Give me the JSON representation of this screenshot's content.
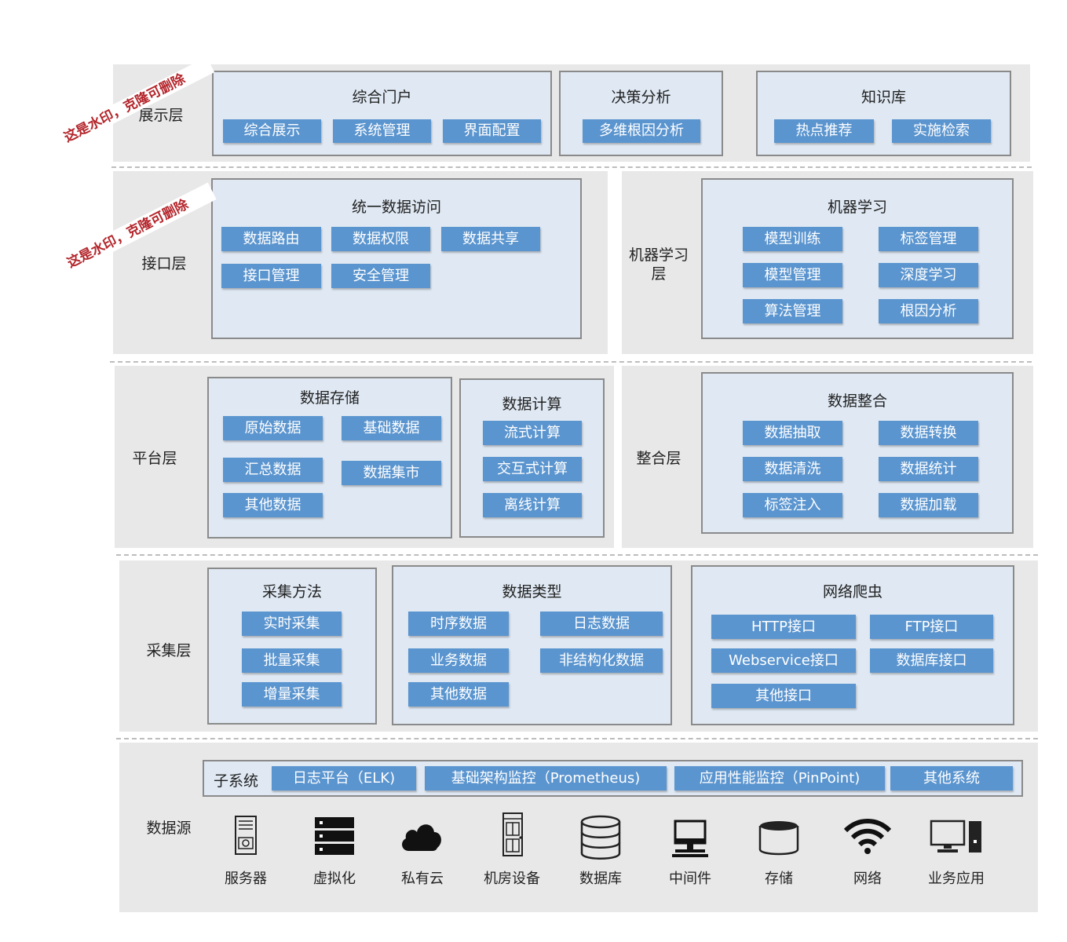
{
  "watermarks": [
    "这是水印，克隆可删除",
    "这是水印，克隆可删除"
  ],
  "display_layer": {
    "label": "展示层",
    "portal": {
      "title": "综合门户",
      "items": [
        "综合展示",
        "系统管理",
        "界面配置"
      ]
    },
    "decision": {
      "title": "决策分析",
      "items": [
        "多维根因分析"
      ]
    },
    "knowledge": {
      "title": "知识库",
      "items": [
        "热点推荐",
        "实施检索"
      ]
    }
  },
  "interface_layer": {
    "label": "接口层",
    "access": {
      "title": "统一数据访问",
      "items": [
        "数据路由",
        "数据权限",
        "数据共享",
        "接口管理",
        "安全管理"
      ]
    }
  },
  "ml_layer": {
    "label_line1": "机器学习",
    "label_line2": "层",
    "box": {
      "title": "机器学习",
      "items": [
        "模型训练",
        "标签管理",
        "模型管理",
        "深度学习",
        "算法管理",
        "根因分析"
      ]
    }
  },
  "platform_layer": {
    "label": "平台层",
    "storage": {
      "title": "数据存储",
      "items": [
        "原始数据",
        "基础数据",
        "汇总数据",
        "数据集市",
        "其他数据"
      ]
    },
    "compute": {
      "title": "数据计算",
      "items": [
        "流式计算",
        "交互式计算",
        "离线计算"
      ]
    }
  },
  "integration_layer": {
    "label": "整合层",
    "box": {
      "title": "数据整合",
      "items": [
        "数据抽取",
        "数据转换",
        "数据清洗",
        "数据统计",
        "标签注入",
        "数据加载"
      ]
    }
  },
  "collection_layer": {
    "label": "采集层",
    "methods": {
      "title": "采集方法",
      "items": [
        "实时采集",
        "批量采集",
        "增量采集"
      ]
    },
    "types": {
      "title": "数据类型",
      "items": [
        "时序数据",
        "日志数据",
        "业务数据",
        "非结构化数据",
        "其他数据"
      ]
    },
    "crawler": {
      "title": "网络爬虫",
      "items": [
        "HTTP接口",
        "FTP接口",
        "Webservice接口",
        "数据库接口",
        "其他接口"
      ]
    }
  },
  "datasource_layer": {
    "label": "数据源",
    "subsystem_label": "子系统",
    "subsystems": [
      "日志平台（ELK)",
      "基础架构监控（Prometheus)",
      "应用性能监控（PinPoint)",
      "其他系统"
    ],
    "sources": [
      {
        "label": "服务器",
        "icon": "server-icon"
      },
      {
        "label": "虚拟化",
        "icon": "virtualization-icon"
      },
      {
        "label": "私有云",
        "icon": "cloud-icon"
      },
      {
        "label": "机房设备",
        "icon": "rack-icon"
      },
      {
        "label": "数据库",
        "icon": "database-icon"
      },
      {
        "label": "中间件",
        "icon": "middleware-icon"
      },
      {
        "label": "存储",
        "icon": "storage-icon"
      },
      {
        "label": "网络",
        "icon": "wifi-icon"
      },
      {
        "label": "业务应用",
        "icon": "desktop-icon"
      }
    ]
  }
}
